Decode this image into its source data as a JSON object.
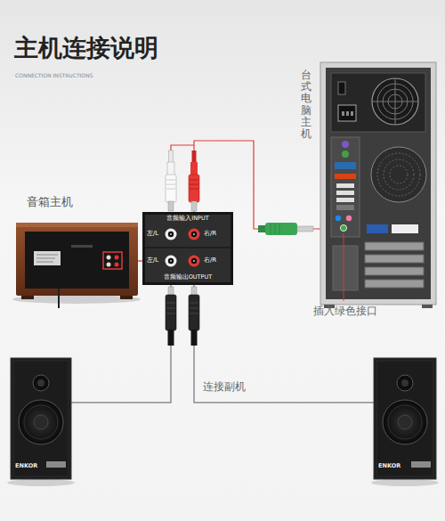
{
  "diagram": {
    "title": "主机连接说明",
    "nodes": [
      {
        "text": [
          "音箱主机"
        ]
      },
      {
        "text": [
          "音频输入INPUT",
          "左/L",
          "右/R",
          "左/L",
          "右/R",
          "音频输出OUTPUT"
        ]
      },
      {
        "text": [
          "台式电脑主机"
        ]
      },
      {
        "text": [
          "ENKOR"
        ]
      },
      {
        "text": [
          "ENKOR"
        ]
      }
    ],
    "edges": [
      {
        "from": 0,
        "to": 1,
        "arrow": "none"
      },
      {
        "from": 1,
        "to": 2,
        "arrow": "none"
      },
      {
        "from": 1,
        "to": 3,
        "arrow": "none"
      },
      {
        "from": 1,
        "to": 4,
        "arrow": "none",
        "label": "连接副机"
      }
    ],
    "labels": [
      "CONNECTION INSTRUCTIONS",
      "插入绿色接口"
    ]
  }
}
